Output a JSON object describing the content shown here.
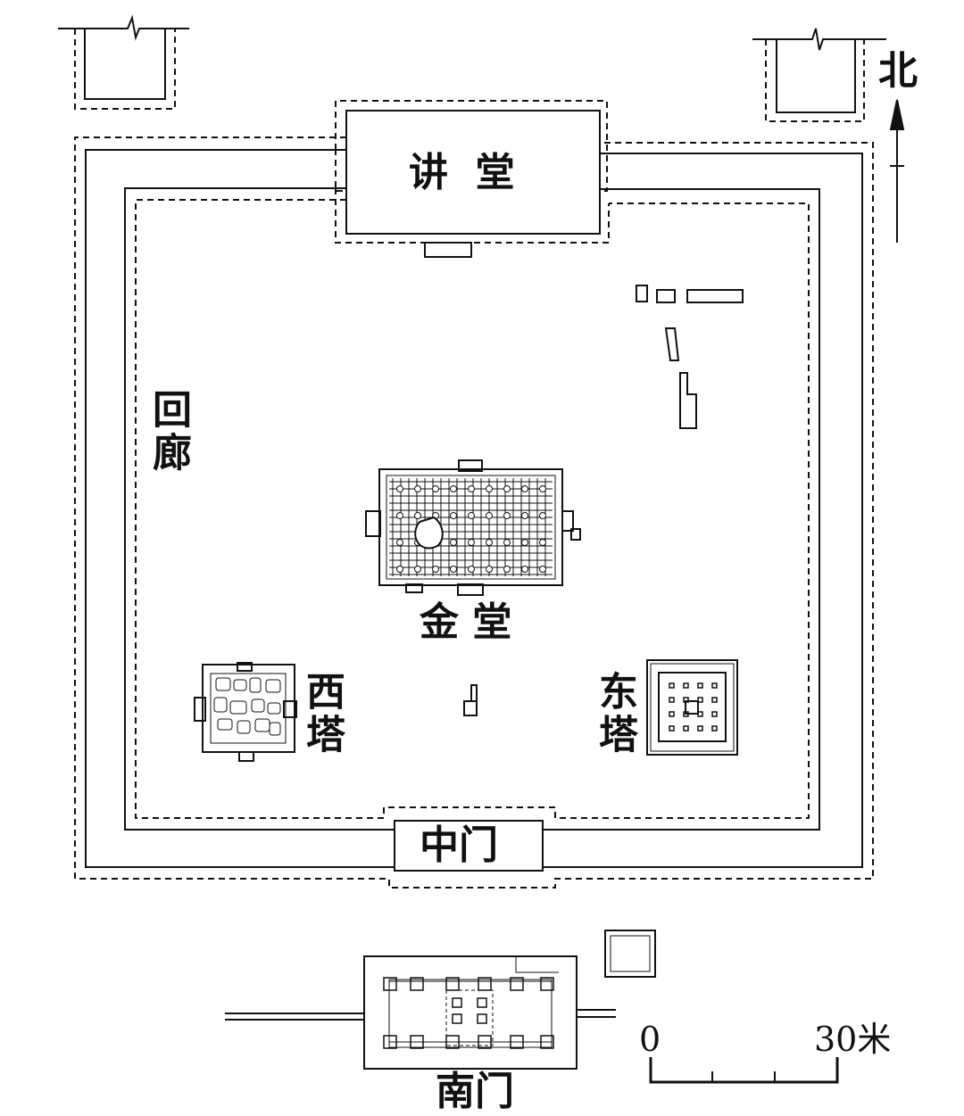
{
  "labels": {
    "lecture_hall": "讲  堂",
    "corridor": "回廊",
    "golden_hall": "金 堂",
    "west_pagoda": "西塔",
    "east_pagoda": "东塔",
    "middle_gate": "中门",
    "south_gate": "南门",
    "north": "北"
  },
  "scale": {
    "zero": "0",
    "end": "30米"
  },
  "colors": {
    "line": "#111111",
    "background": "#ffffff"
  }
}
